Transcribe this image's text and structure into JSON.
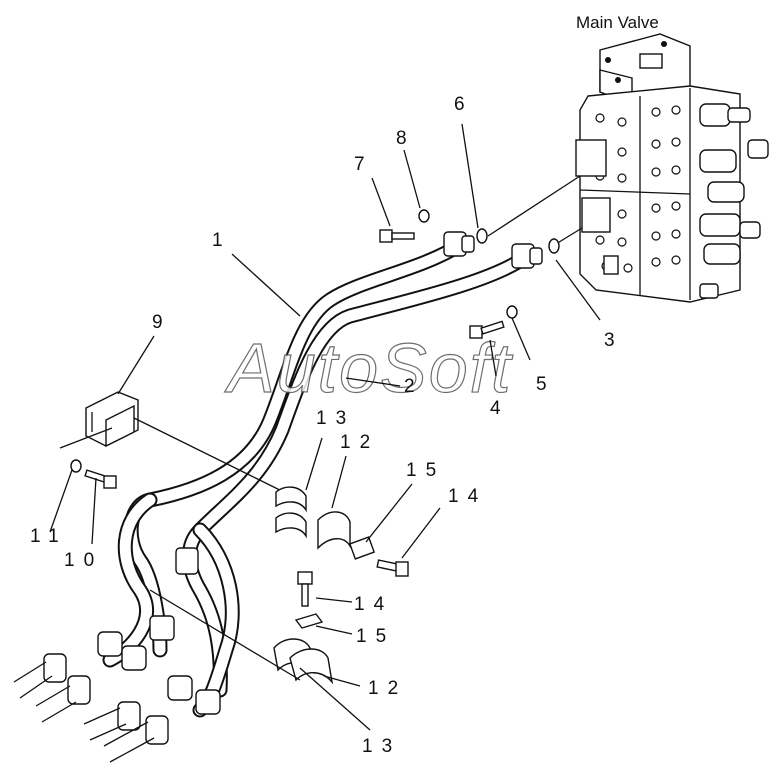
{
  "diagram": {
    "title": "Main Valve",
    "watermark": "AutoSoft",
    "callouts": [
      {
        "id": "c1",
        "text": "1"
      },
      {
        "id": "c2",
        "text": "2"
      },
      {
        "id": "c3",
        "text": "3"
      },
      {
        "id": "c4",
        "text": "4"
      },
      {
        "id": "c5",
        "text": "5"
      },
      {
        "id": "c6",
        "text": "6"
      },
      {
        "id": "c7",
        "text": "7"
      },
      {
        "id": "c8",
        "text": "8"
      },
      {
        "id": "c9",
        "text": "9"
      },
      {
        "id": "c10",
        "text": "10"
      },
      {
        "id": "c11",
        "text": "11"
      },
      {
        "id": "c12a",
        "text": "12"
      },
      {
        "id": "c12b",
        "text": "12"
      },
      {
        "id": "c13a",
        "text": "13"
      },
      {
        "id": "c13b",
        "text": "13"
      },
      {
        "id": "c14a",
        "text": "14"
      },
      {
        "id": "c14b",
        "text": "14"
      },
      {
        "id": "c15a",
        "text": "15"
      },
      {
        "id": "c15b",
        "text": "15"
      }
    ]
  }
}
